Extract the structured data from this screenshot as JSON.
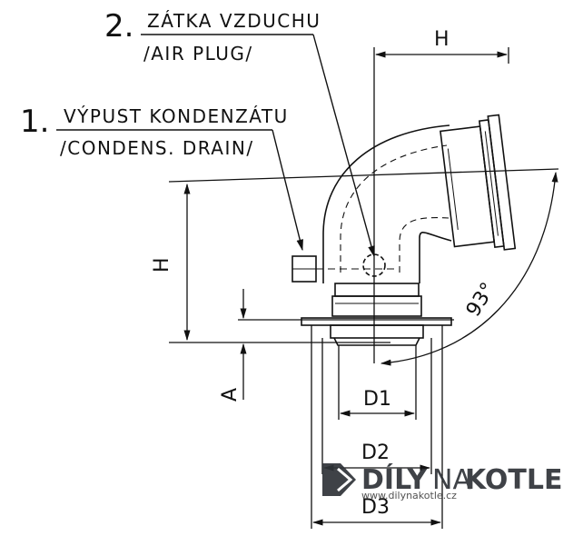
{
  "labels": {
    "item1": {
      "number": "1.",
      "cz": "VÝPUST KONDENZÁTU",
      "en": "/CONDENS. DRAIN/"
    },
    "item2": {
      "number": "2.",
      "cz": "ZÁTKA VZDUCHU",
      "en": "/AIR PLUG/"
    }
  },
  "dimensions": {
    "h_top": "H",
    "h_left": "H",
    "a": "A",
    "d1": "D1",
    "d2": "D2",
    "d3": "D3",
    "angle": "93°"
  },
  "watermark": {
    "brand_left": "DÍLY",
    "brand_mid": "NA",
    "brand_right": "KOTLE",
    "url": "www.dilynakotle.cz"
  },
  "colors": {
    "ink": "#111111",
    "watermark": "#2f3338"
  }
}
